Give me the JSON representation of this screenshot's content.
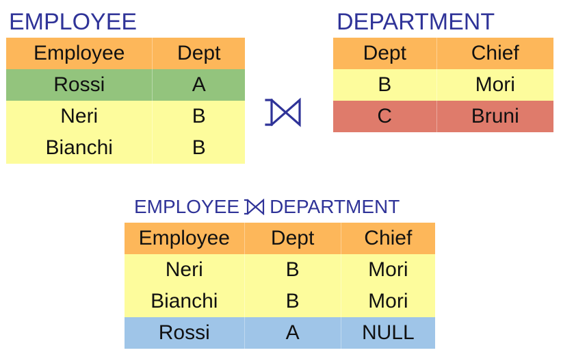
{
  "colors": {
    "title": "#2f3398",
    "header": "#fdb75a",
    "light_yellow": "#fdfc9c",
    "green": "#93c47d",
    "red": "#df7b6b",
    "blue": "#9fc5e8"
  },
  "employee": {
    "title": "EMPLOYEE",
    "headers": [
      "Employee",
      "Dept"
    ],
    "rows": [
      {
        "cells": [
          "Rossi",
          "A"
        ],
        "color": "green"
      },
      {
        "cells": [
          "Neri",
          "B"
        ],
        "color": "light_yellow"
      },
      {
        "cells": [
          "Bianchi",
          "B"
        ],
        "color": "light_yellow"
      }
    ]
  },
  "department": {
    "title": "DEPARTMENT",
    "headers": [
      "Dept",
      "Chief"
    ],
    "rows": [
      {
        "cells": [
          "B",
          "Mori"
        ],
        "color": "light_yellow"
      },
      {
        "cells": [
          "C",
          "Bruni"
        ],
        "color": "red"
      }
    ]
  },
  "operator": {
    "symbol_name": "left-outer-join-icon"
  },
  "result": {
    "title_left": "EMPLOYEE",
    "title_right": "DEPARTMENT",
    "headers": [
      "Employee",
      "Dept",
      "Chief"
    ],
    "rows": [
      {
        "cells": [
          "Neri",
          "B",
          "Mori"
        ],
        "color": "light_yellow"
      },
      {
        "cells": [
          "Bianchi",
          "B",
          "Mori"
        ],
        "color": "light_yellow"
      },
      {
        "cells": [
          "Rossi",
          "A",
          "NULL"
        ],
        "color": "blue"
      }
    ]
  }
}
